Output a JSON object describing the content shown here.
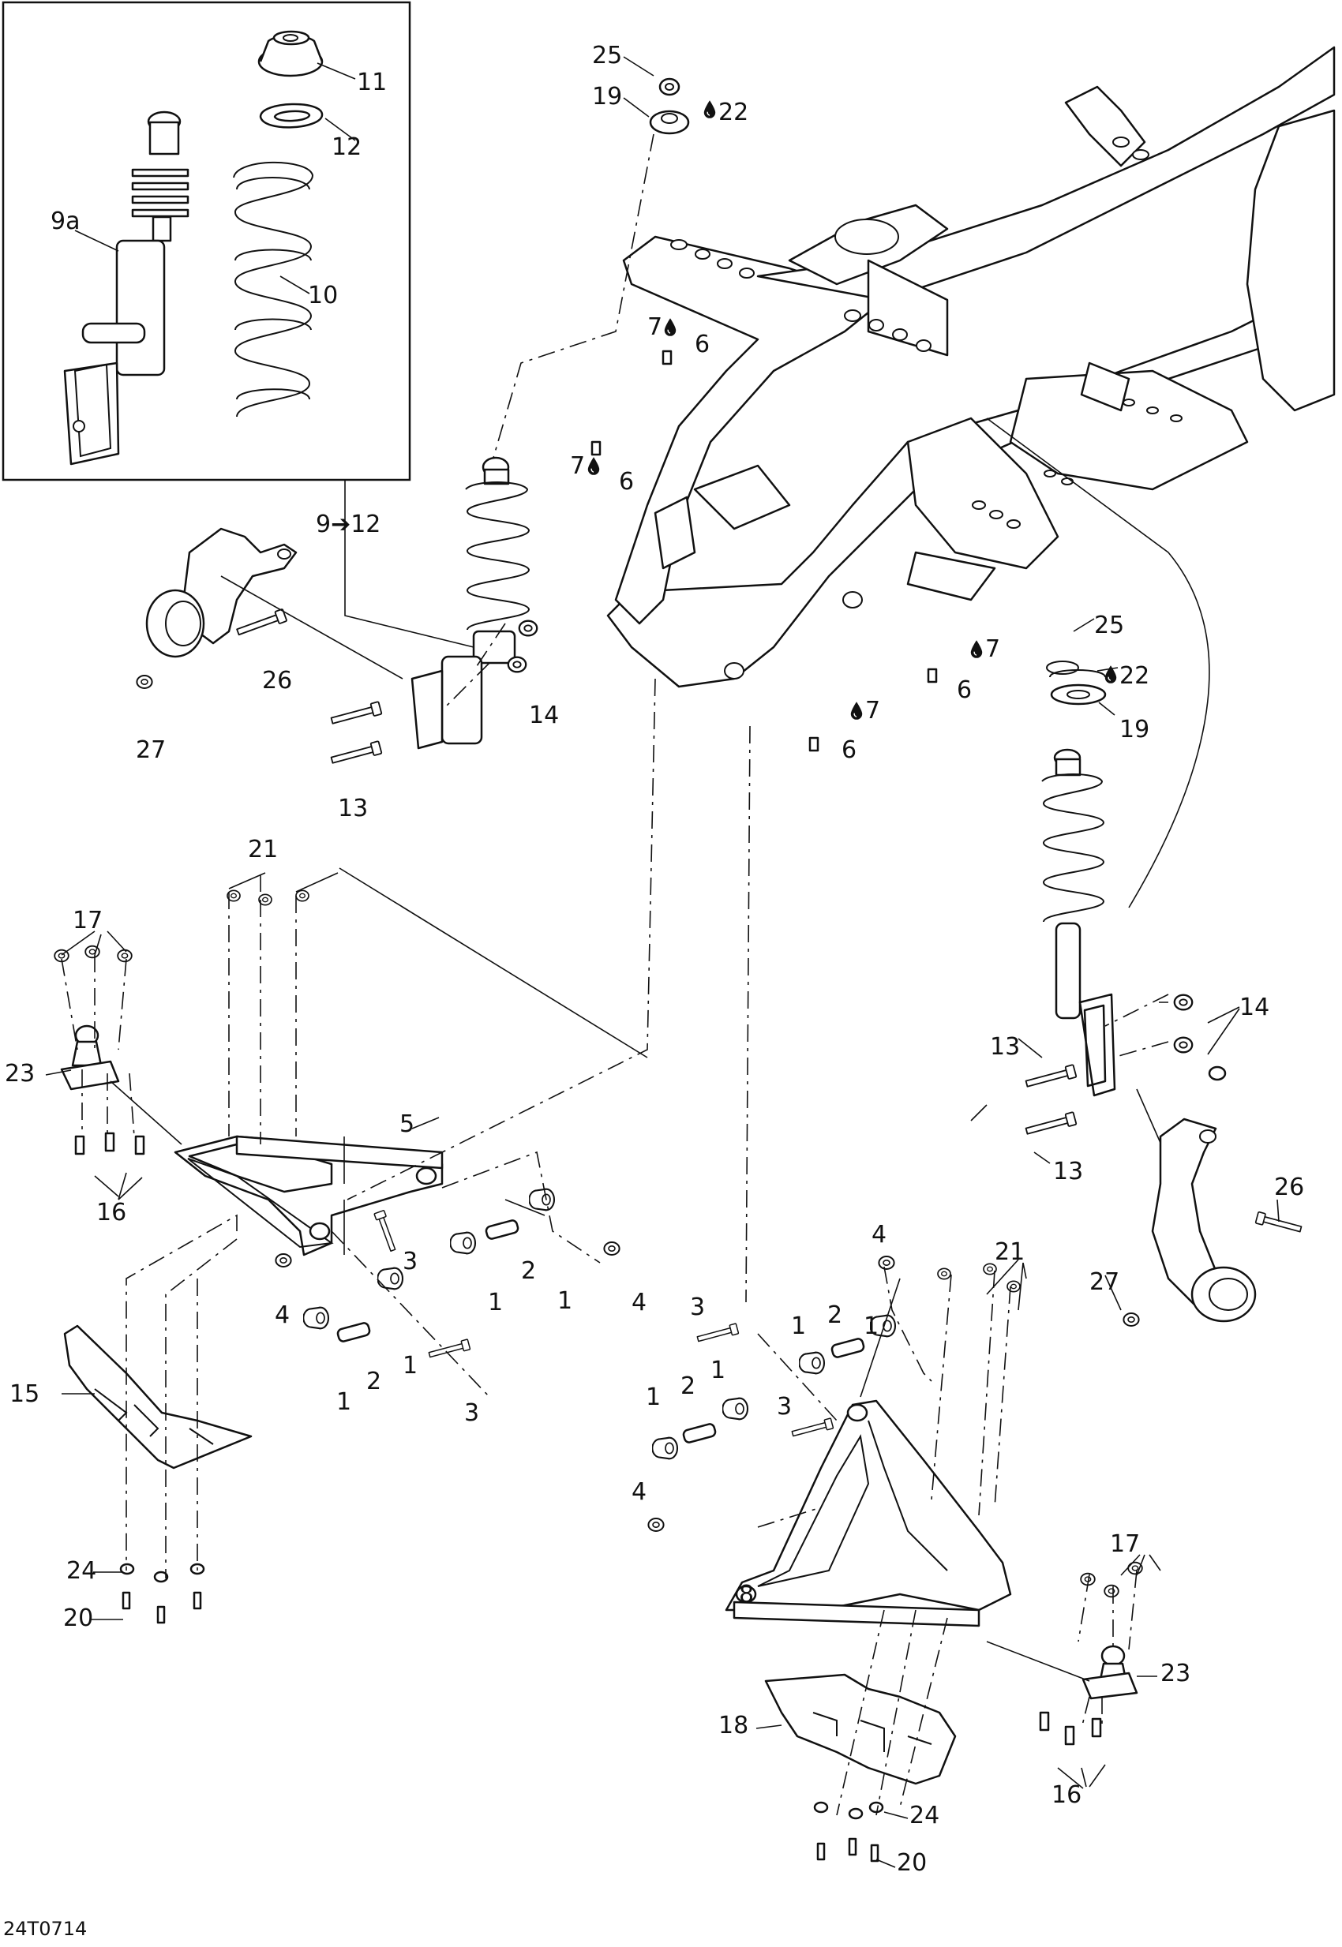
{
  "diagram": {
    "code": "24T0714",
    "callouts": {
      "c1": "1",
      "c2": "2",
      "c3": "3",
      "c4": "4",
      "c5": "5",
      "c6": "6",
      "c7": "7",
      "c8": "8",
      "c9a": "9a",
      "c9to12": "9➔12",
      "c10": "10",
      "c11": "11",
      "c12": "12",
      "c13": "13",
      "c14": "14",
      "c15": "15",
      "c16": "16",
      "c17": "17",
      "c18": "18",
      "c19": "19",
      "c20": "20",
      "c21": "21",
      "c22": "22",
      "c23": "23",
      "c24": "24",
      "c25": "25",
      "c26": "26",
      "c27": "27"
    },
    "icons": {
      "lubricant": "oil-drop-icon",
      "arrow": "right-arrow-glyph"
    }
  }
}
